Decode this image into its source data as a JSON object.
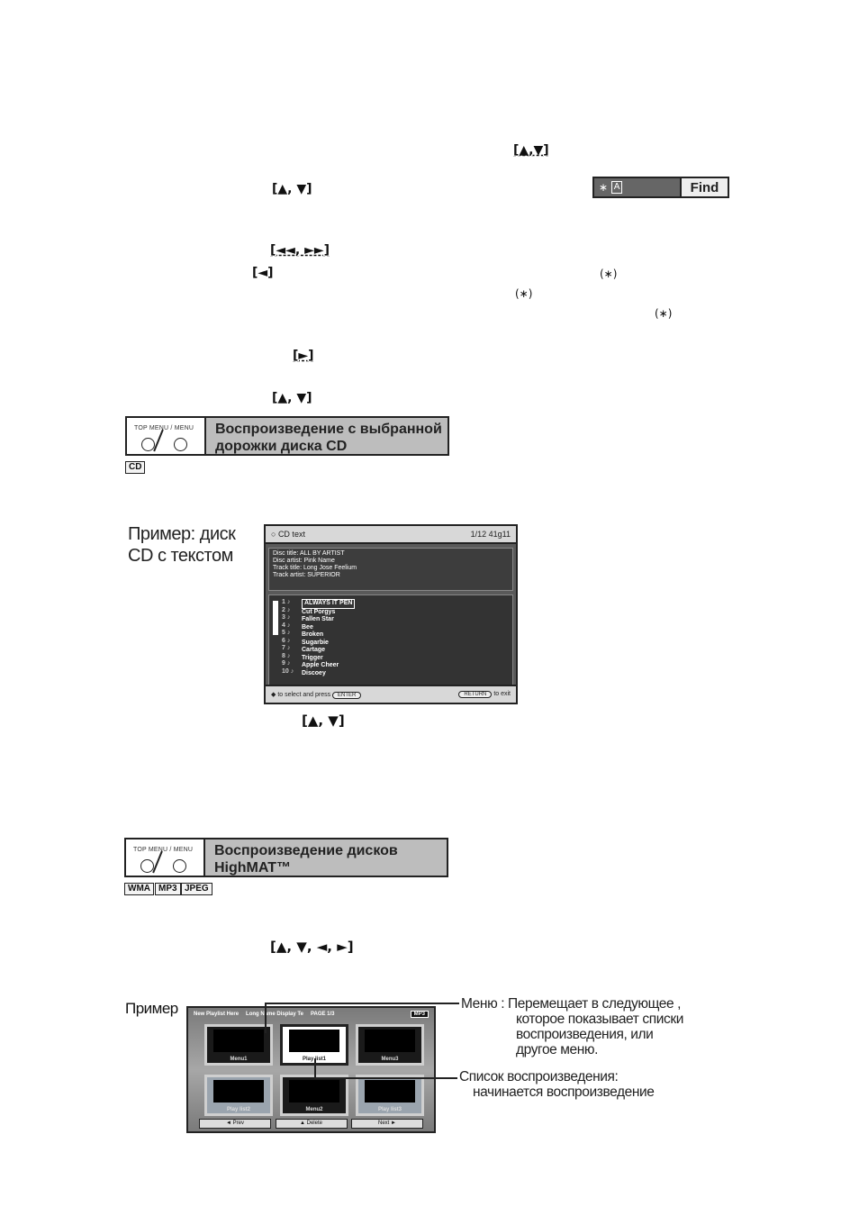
{
  "keys": {
    "updown_top": "[▲,▼]",
    "updown_1": "[▲, ▼]",
    "skip": "[◄◄, ►►]",
    "left": "[◄]",
    "play": "[►]",
    "updown_2": "[▲, ▼]",
    "updown_3": "[▲, ▼]",
    "arrows4": "[▲, ▼, ◄, ►]",
    "star": "(∗)"
  },
  "find_widget": {
    "star": "∗",
    "letter": "A",
    "button": "Find"
  },
  "section_cd": {
    "icon_text": "TOP MENU / MENU",
    "title_line1": "Воспроизведение с выбранной",
    "title_line2": "дорожки диска CD",
    "tags": [
      "CD"
    ]
  },
  "example_cd": {
    "label_line1": "Пример: диск",
    "label_line2": "CD с текстом",
    "screen": {
      "top_left": "CD text",
      "top_right": "1/12  41g11",
      "info_lines": [
        "Disc title:   ALL BY ARTIST",
        "Disc artist:  Pink Name",
        "Track title:  Long Jose Feelium",
        "Track artist: SUPERIOR"
      ],
      "tracks": [
        "ALWAYS IT PEN",
        "Cut Porgys",
        "Fallen Star",
        "Bee",
        "Broken",
        "Sugarbie",
        "Cartage",
        "Trigger",
        "Apple Cheer",
        "Discoey"
      ],
      "bottom_left": "to select and press",
      "bottom_right": "to exit"
    }
  },
  "section_highmat": {
    "icon_text": "TOP MENU / MENU",
    "title_line1": "Воспроизведение дисков",
    "title_line2": "HighMAT™",
    "tags": [
      "WMA",
      "MP3",
      "JPEG"
    ]
  },
  "example_highmat": {
    "label": "Пример",
    "header": [
      "New Playlist Here",
      "Long Name Display Te",
      "PAGE 1/3",
      "MP3"
    ],
    "thumbs": [
      "Menu1",
      "Play list1",
      "Menu2",
      "Play list2",
      "Menu3",
      "Play list3"
    ],
    "footer": [
      "◄ Prev",
      "▲ Delete",
      "Next ►"
    ],
    "callout_menu_line1": "Меню : Перемещает в следующее ,",
    "callout_menu_line2": "которое показывает списки",
    "callout_menu_line3": "воспроизведения, или",
    "callout_menu_line4": "другое меню.",
    "callout_play_line1": "Список воспроизведения:",
    "callout_play_line2": "начинается воспроизведение"
  }
}
